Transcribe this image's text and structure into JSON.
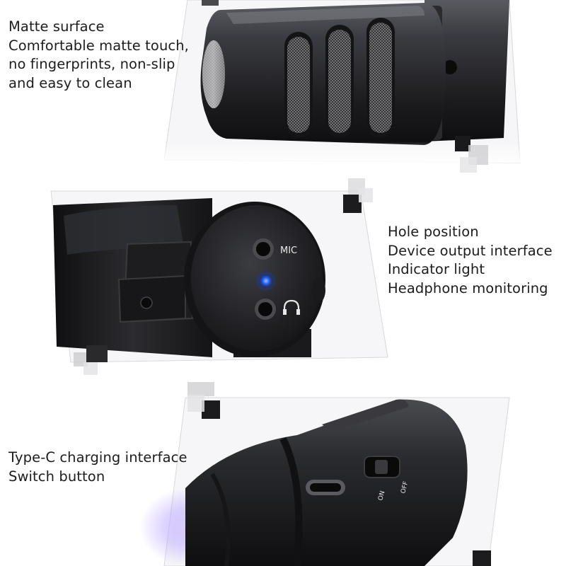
{
  "sections": [
    {
      "caption_lines": [
        "Matte surface",
        "Comfortable matte touch,",
        "no fingerprints, non-slip",
        "and easy to clean"
      ]
    },
    {
      "caption_lines": [
        "Hole position",
        "Device output interface",
        "Indicator light",
        "Headphone monitoring"
      ],
      "labels": {
        "mic": "MIC"
      }
    },
    {
      "caption_lines": [
        "Type-C charging interface",
        "Switch button"
      ],
      "labels": {
        "on": "ON",
        "off": "OFF"
      }
    }
  ],
  "colors": {
    "background": "#ffffff",
    "body_dark": "#1f1f21",
    "indicator_blue": "#2f6bff",
    "glow_violet": "#b9a4ff"
  }
}
